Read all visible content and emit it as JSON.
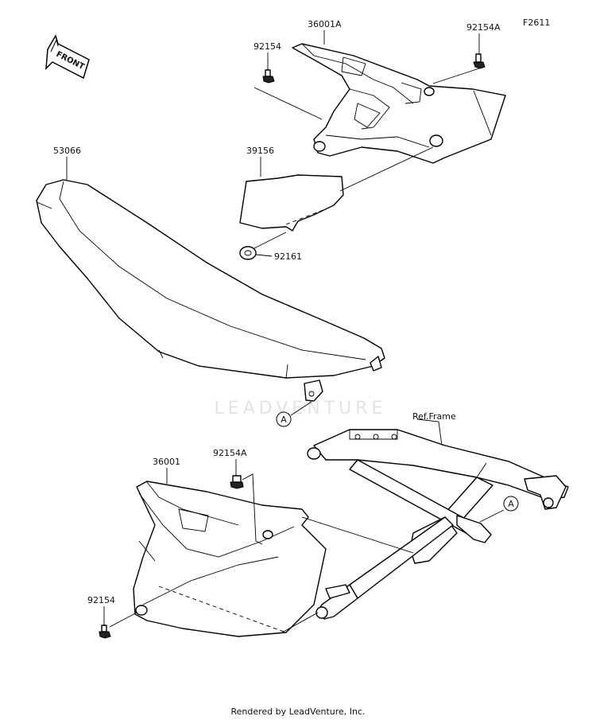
{
  "figure_id": "F2611",
  "front_arrow": "FRONT",
  "watermark": "LEADVENTURE",
  "credit": "Rendered by LeadVenture, Inc.",
  "labels": {
    "p36001A": "36001A",
    "p92154A_top": "92154A",
    "p92154_top": "92154",
    "p39156": "39156",
    "p53066": "53066",
    "p92161": "92161",
    "ref_frame": "Ref.Frame",
    "p92154A_bottom": "92154A",
    "p36001": "36001",
    "p92154_bottom": "92154"
  },
  "callouts": {
    "a1": "A",
    "a2": "A"
  }
}
